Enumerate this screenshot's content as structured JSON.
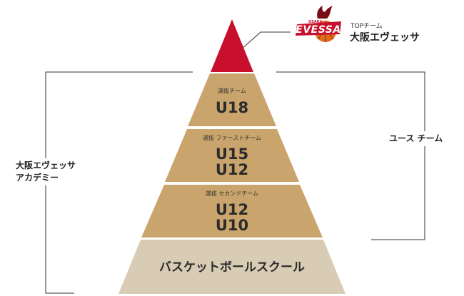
{
  "top_team": {
    "category": "TOPチーム",
    "name": "大阪エヴェッサ",
    "logo_text": "EVESSA",
    "logo_subtext": "OSAKA"
  },
  "tiers": [
    {
      "category": "選抜チーム",
      "lines": [
        "U18"
      ]
    },
    {
      "category": "選抜 ファーストチーム",
      "lines": [
        "U15",
        "U12"
      ]
    },
    {
      "category": "選抜 セカンドチーム",
      "lines": [
        "U12",
        "U10"
      ]
    },
    {
      "category": "",
      "lines": [
        "バスケットボールスクール"
      ]
    }
  ],
  "bracket_left": {
    "lines": [
      "大阪エヴェッサ",
      "アカデミー"
    ]
  },
  "bracket_right": {
    "label": "ユース チーム"
  },
  "colors": {
    "top": "#c8102e",
    "tier": "#c9a46c",
    "base": "#d8ccb4",
    "line": "#333333"
  }
}
